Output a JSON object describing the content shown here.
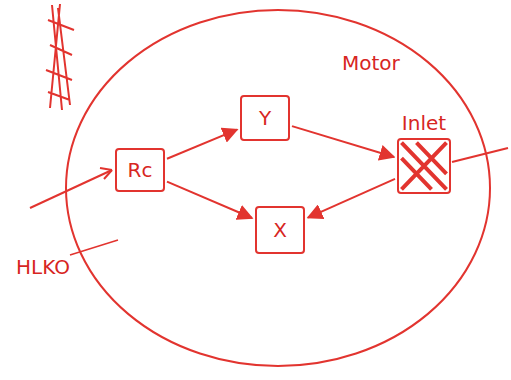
{
  "diagram": {
    "nodes": [
      {
        "text": [
          "Rc"
        ]
      },
      {
        "text": [
          "Y"
        ]
      },
      {
        "text": [
          "X"
        ]
      },
      {
        "text": [
          "Inlet"
        ]
      }
    ],
    "edges": [
      {
        "from": 0,
        "to": 1,
        "arrow": "to"
      },
      {
        "from": 0,
        "to": 2,
        "arrow": "to"
      },
      {
        "from": 1,
        "to": 3,
        "arrow": "to"
      },
      {
        "from": 3,
        "to": 2,
        "arrow": "to"
      }
    ],
    "labels": [
      "Motor",
      "HLKO"
    ]
  }
}
